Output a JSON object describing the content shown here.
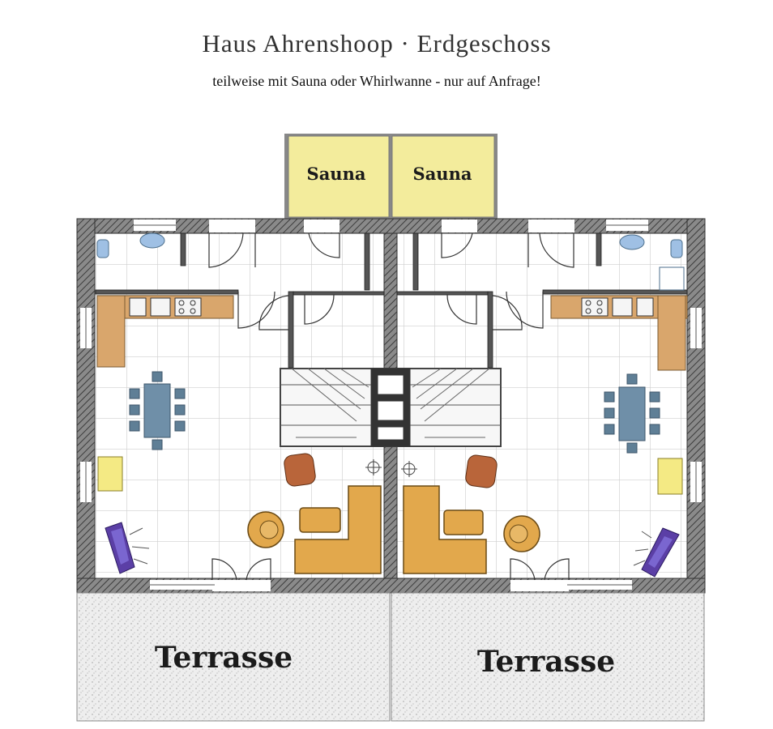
{
  "header": {
    "title": "Haus Ahrenshoop · Erdgeschoss",
    "subtitle": "teilweise mit Sauna oder Whirlwanne - nur auf Anfrage!"
  },
  "rooms": {
    "sauna_left": "Sauna",
    "sauna_right": "Sauna",
    "terrace_left": "Terrasse",
    "terrace_right": "Terrasse"
  },
  "colors": {
    "sauna": "#f3ec9c",
    "kitchen": "#d9a66c",
    "sofa": "#e2a84c",
    "table": "#6f8fa8",
    "chair": "#5f7f96",
    "armchair": "#b9653a",
    "bathtub": "#5b3fa6",
    "cabinet": "#f4ea84",
    "wall": "#6a6a6a",
    "terrace": "#ececec",
    "grid": "#c8c8c8"
  }
}
